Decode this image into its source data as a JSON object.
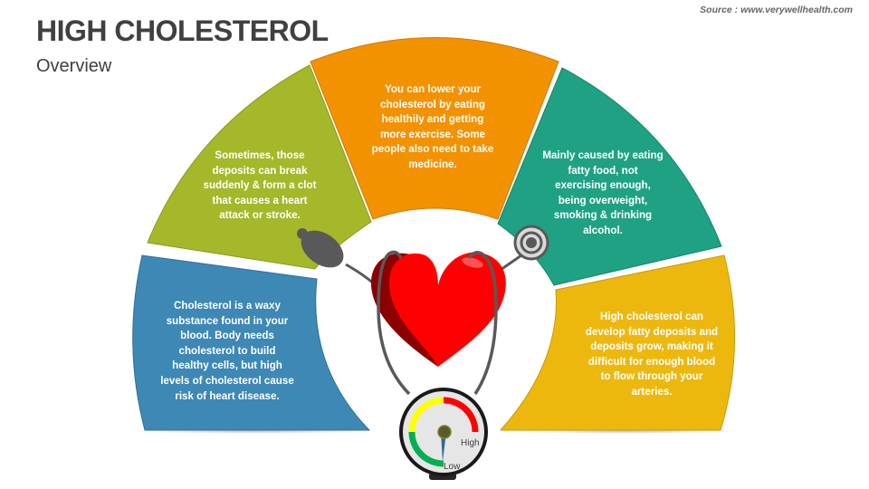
{
  "header": {
    "title": "HIGH CHOLESTEROL",
    "subtitle": "Overview",
    "source": "Source : www.verywellhealth.com"
  },
  "segments": [
    {
      "id": "blue",
      "color": "#3E88B5",
      "text": "Cholesterol is a waxy substance found in your blood. Body needs cholesterol to build healthy cells, but high levels of cholesterol cause risk of heart disease."
    },
    {
      "id": "green",
      "color": "#A5B82A",
      "text": "Sometimes, those deposits can break suddenly & form a clot that causes a heart attack or stroke."
    },
    {
      "id": "orange",
      "color": "#F39200",
      "text": "You can lower your cholesterol by eating healthily and getting more exercise. Some people also need to take medicine."
    },
    {
      "id": "teal",
      "color": "#1FA283",
      "text": "Mainly caused by eating fatty food, not exercising enough, being overweight, smoking & drinking alcohol."
    },
    {
      "id": "yellow",
      "color": "#EDB80E",
      "text": "High cholesterol can develop fatty deposits and deposits grow, making it difficult for enough blood to flow through your arteries."
    }
  ],
  "gauge": {
    "low_label": "Low",
    "high_label": "High",
    "colors": {
      "low": "#00B050",
      "mid": "#FFFF00",
      "high": "#FF0000"
    }
  },
  "icons": {
    "heart": "heart-icon",
    "stethoscope": "stethoscope-icon",
    "bulb": "pressure-bulb-icon",
    "gauge": "pressure-gauge-icon"
  }
}
